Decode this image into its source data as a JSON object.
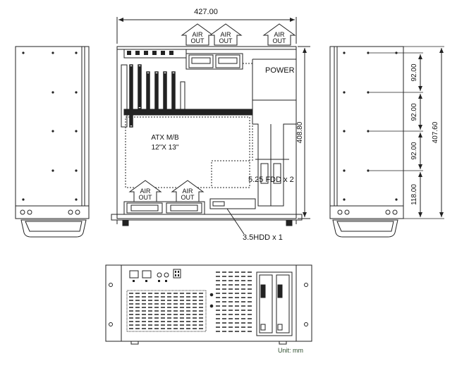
{
  "dimensions": {
    "overall_width": "427.00",
    "chassis_depth": "408.80",
    "side_height": "407.60",
    "bay_1": "92.00",
    "bay_2": "92.00",
    "bay_3": "92.00",
    "bottom_section": "118.00"
  },
  "labels": {
    "air_out": "AIR",
    "air_out_2": "OUT",
    "power": "POWER",
    "motherboard_line1": "ATX M/B",
    "motherboard_line2": "12\"X 13\"",
    "fdd": "5.25 FDD x 2",
    "hdd": "3.5HDD x 1",
    "unit": "Unit: mm"
  },
  "colors": {
    "line": "#222222",
    "accent_text": "#2f4f2f"
  }
}
